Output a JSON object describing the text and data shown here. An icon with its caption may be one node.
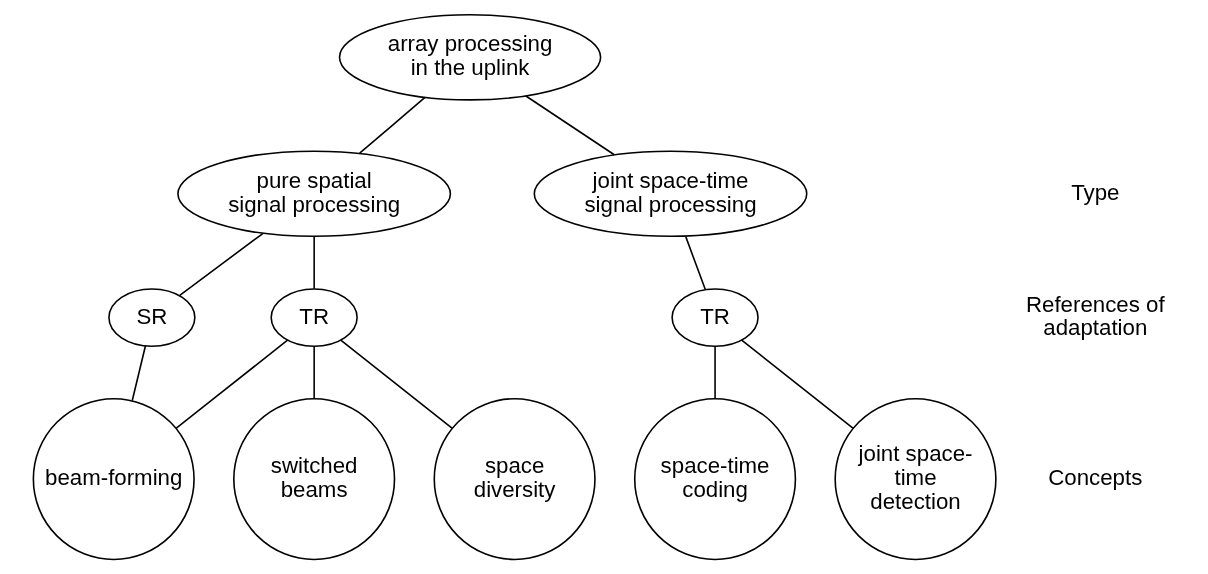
{
  "diagram": {
    "nodes": [
      {
        "text": [
          "array processing in the uplink"
        ]
      },
      {
        "text": [
          "pure spatial signal processing"
        ]
      },
      {
        "text": [
          "joint space-time signal processing"
        ]
      },
      {
        "text": [
          "SR"
        ]
      },
      {
        "text": [
          "TR"
        ]
      },
      {
        "text": [
          "TR"
        ]
      },
      {
        "text": [
          "beam-forming"
        ]
      },
      {
        "text": [
          "switched beams"
        ]
      },
      {
        "text": [
          "space diversity"
        ]
      },
      {
        "text": [
          "space-time coding"
        ]
      },
      {
        "text": [
          "joint space-time detection"
        ]
      }
    ],
    "edges": [
      {
        "from": 0,
        "to": 1,
        "arrow": "none"
      },
      {
        "from": 0,
        "to": 2,
        "arrow": "none"
      },
      {
        "from": 1,
        "to": 3,
        "arrow": "none"
      },
      {
        "from": 1,
        "to": 4,
        "arrow": "none"
      },
      {
        "from": 2,
        "to": 5,
        "arrow": "none"
      },
      {
        "from": 3,
        "to": 6,
        "arrow": "none"
      },
      {
        "from": 4,
        "to": 6,
        "arrow": "none"
      },
      {
        "from": 4,
        "to": 7,
        "arrow": "none"
      },
      {
        "from": 4,
        "to": 8,
        "arrow": "none"
      },
      {
        "from": 5,
        "to": 9,
        "arrow": "none"
      },
      {
        "from": 5,
        "to": 10,
        "arrow": "none"
      }
    ],
    "labels": [
      "Type",
      "References of adaptation",
      "Concepts"
    ]
  }
}
